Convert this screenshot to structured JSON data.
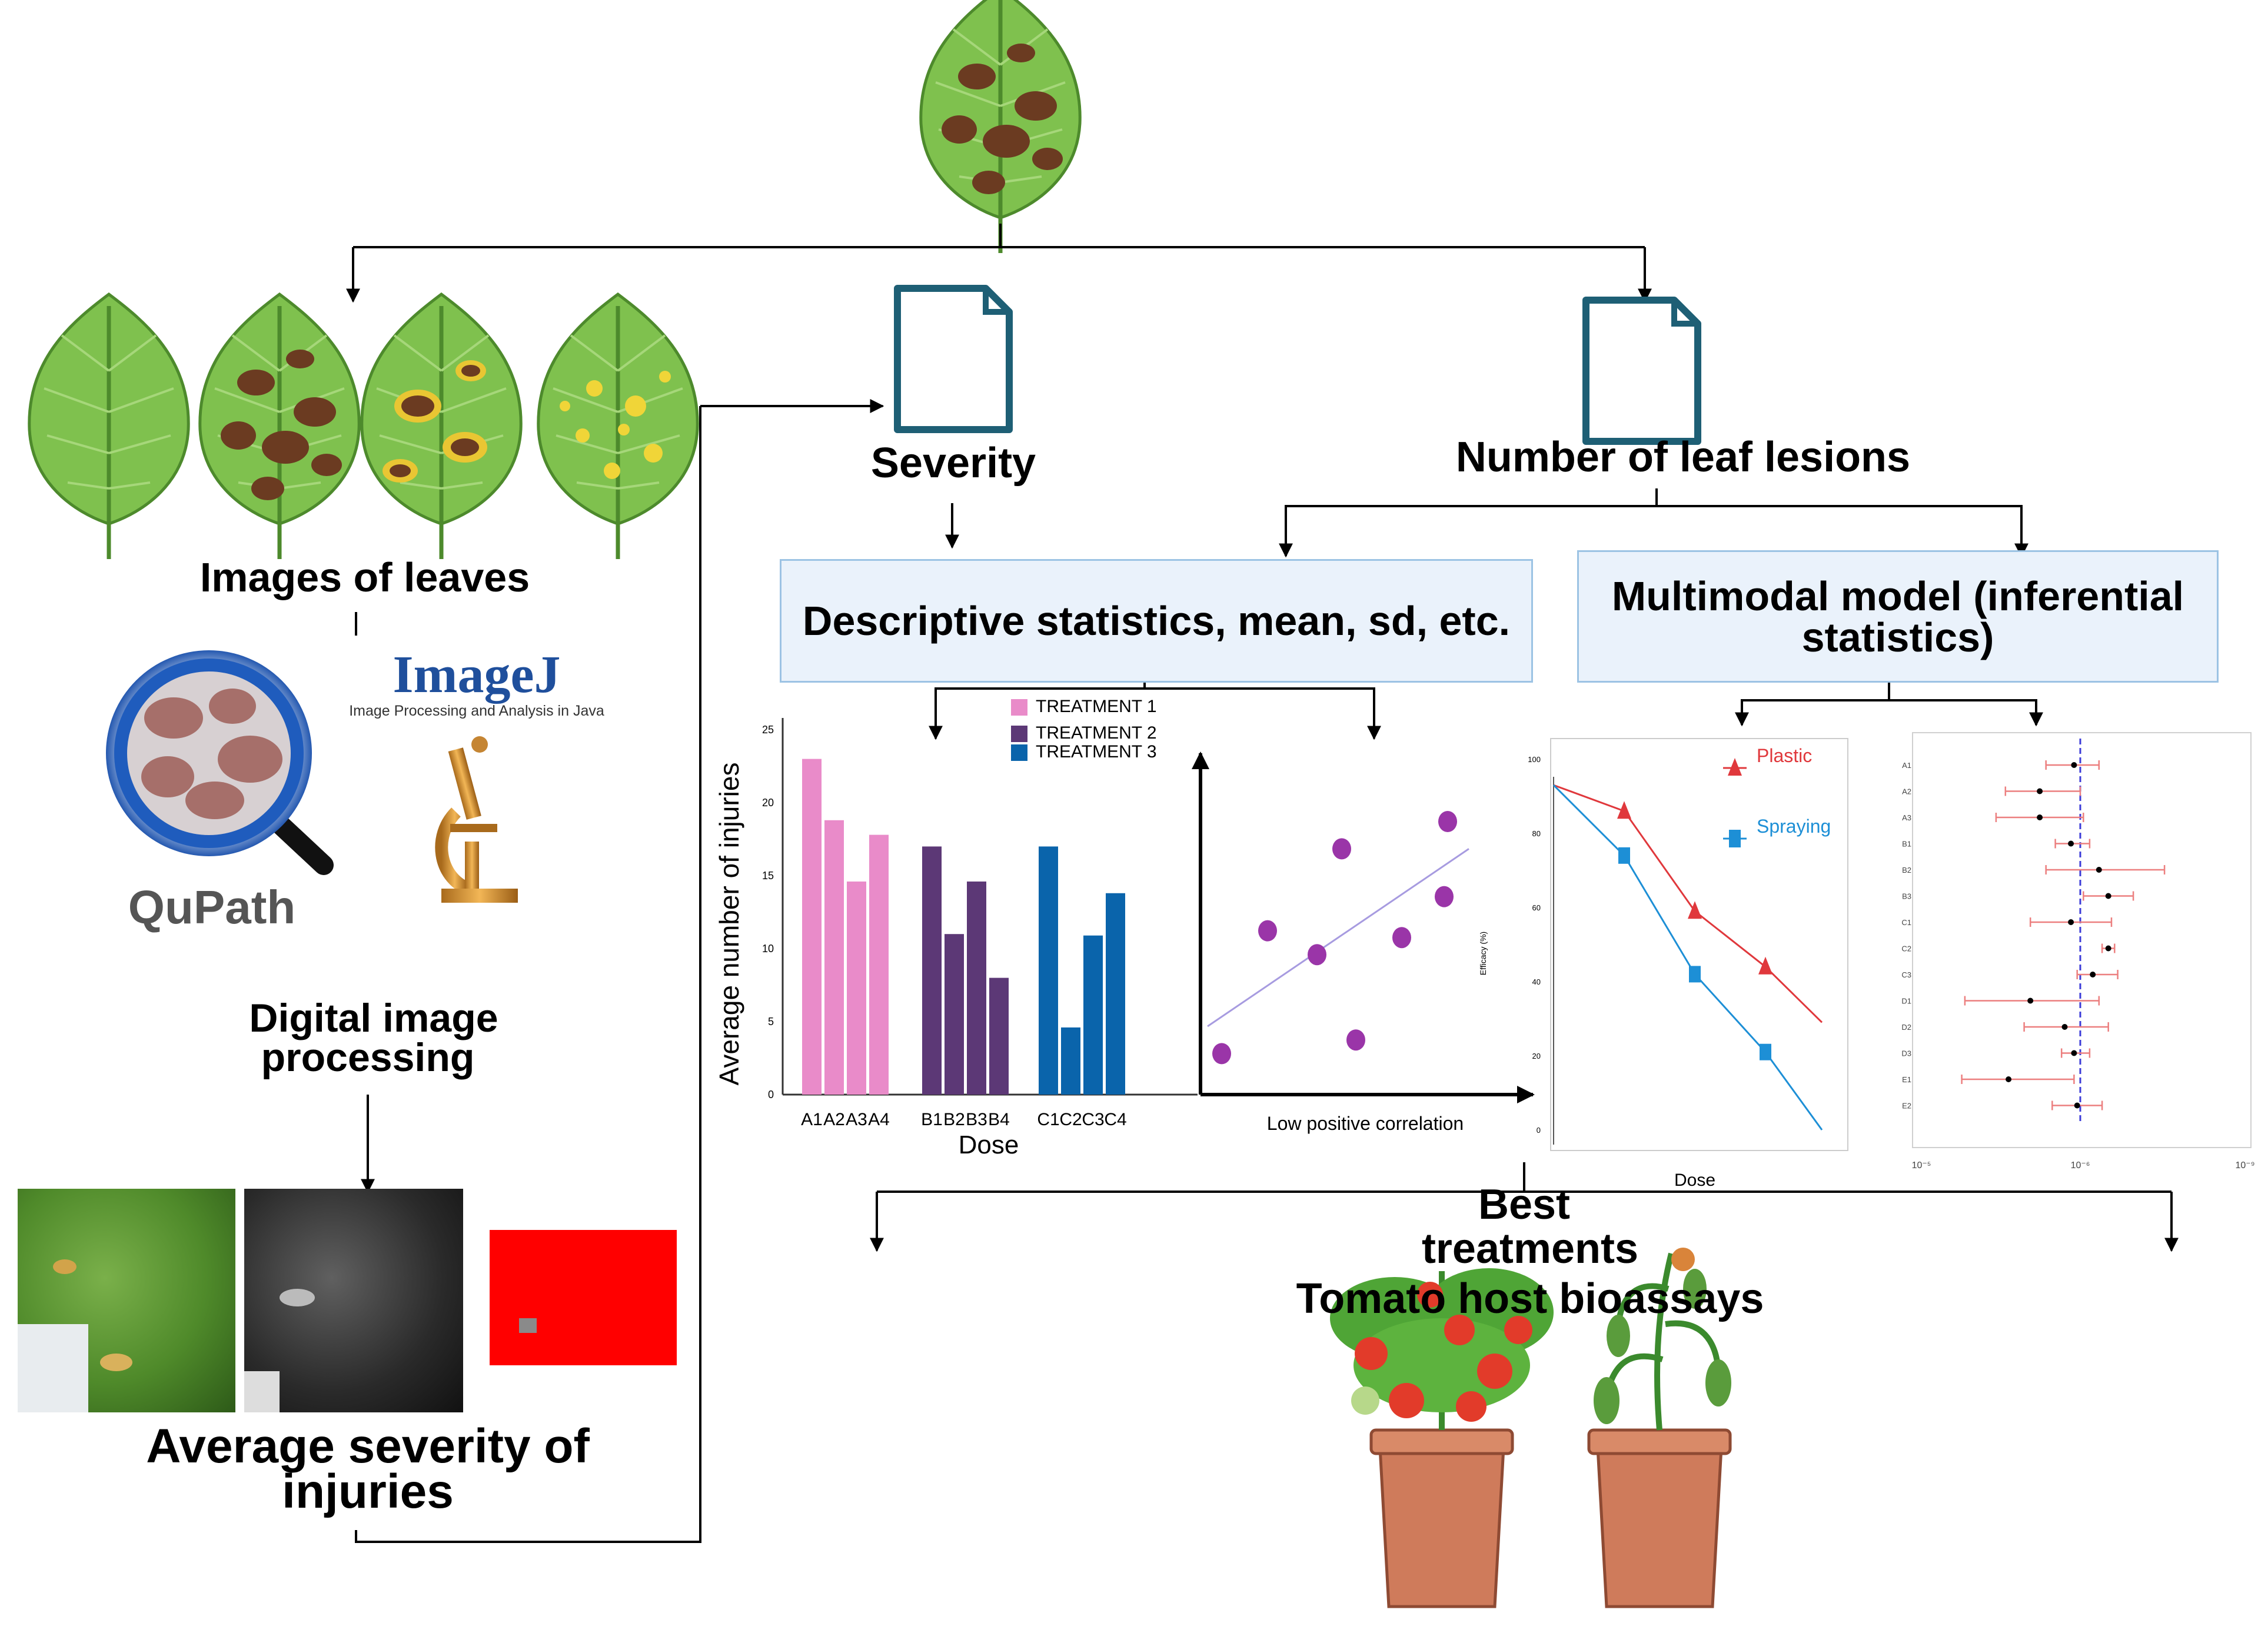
{
  "labels": {
    "images_of_leaves": "Images of leaves",
    "qupath": "QuPath",
    "imagej_title": "ImageJ",
    "imagej_sub": "Image Processing and Analysis in Java",
    "digital_line1": "Digital image",
    "digital_line2": "processing",
    "avg_line1": "Average severity of",
    "avg_line2": "injuries",
    "severity": "Severity",
    "lesions": "Number of leaf lesions",
    "descriptive": "Descriptive statistics, mean, sd, etc.",
    "multimodal": "Multimodal model (inferential statistics)",
    "best_line1": "Best",
    "best_line2": "treatments",
    "tomato": "Tomato host bioassays"
  },
  "colors": {
    "pink": "#e98bc9",
    "purple": "#5c3876",
    "blue": "#0a64ab",
    "dot_purple": "#9a35a8",
    "plastic_red": "#e0383c",
    "spraying_blue": "#1d8fd6",
    "box_fill": "#eaf2fb",
    "box_border": "#9cc3e4",
    "leaf_green": "#7fc14e",
    "file_icon": "#1e5f75",
    "forest_line": "#3c3cd8",
    "forest_ci": "#ec7f7f"
  },
  "icons": [
    "leaf-icon",
    "file-icon",
    "magnifier-icon",
    "microscope-icon",
    "tomato-plant-icon"
  ],
  "chart_data": [
    {
      "type": "bar",
      "ylabel": "Average number of injuries",
      "xlabel": "Dose",
      "ylim": [
        0,
        25
      ],
      "yticks": [
        "0",
        "5",
        "10",
        "15",
        "20",
        "25"
      ],
      "series": [
        {
          "name": "TREATMENT 1",
          "categories": [
            "A1",
            "A2",
            "A3",
            "A4"
          ],
          "values": [
            23,
            18.8,
            14.6,
            17.8
          ]
        },
        {
          "name": "TREATMENT 2",
          "categories": [
            "B1",
            "B2",
            "B3",
            "B4"
          ],
          "values": [
            17,
            11,
            14.6,
            8
          ]
        },
        {
          "name": "TREATMENT 3",
          "categories": [
            "C1",
            "C2",
            "C3",
            "C4"
          ],
          "values": [
            17,
            4.6,
            10.9,
            13.8
          ]
        }
      ],
      "legend": "top-right"
    },
    {
      "type": "scatter",
      "caption": "Low positive correlation",
      "points": [
        [
          0.06,
          0.12
        ],
        [
          0.19,
          0.48
        ],
        [
          0.33,
          0.41
        ],
        [
          0.4,
          0.72
        ],
        [
          0.44,
          0.16
        ],
        [
          0.57,
          0.46
        ],
        [
          0.69,
          0.58
        ],
        [
          0.7,
          0.8
        ]
      ],
      "trend": [
        [
          0.02,
          0.2
        ],
        [
          0.76,
          0.72
        ]
      ]
    },
    {
      "type": "line",
      "ylabel": "Efficacy (%)",
      "xlabel": "Dose",
      "ylim": [
        0,
        100
      ],
      "yticks": [
        "0",
        "20",
        "40",
        "60",
        "80",
        "100"
      ],
      "series": [
        {
          "name": "Plastic",
          "marker": "triangle",
          "points": [
            [
              0.0,
              93
            ],
            [
              0.25,
              86
            ],
            [
              0.5,
              59
            ],
            [
              0.75,
              44
            ],
            [
              0.95,
              29
            ]
          ]
        },
        {
          "name": "Spraying",
          "marker": "square",
          "points": [
            [
              0.0,
              93
            ],
            [
              0.25,
              74
            ],
            [
              0.5,
              42
            ],
            [
              0.75,
              21
            ],
            [
              0.95,
              0
            ]
          ]
        }
      ]
    },
    {
      "type": "forest",
      "ylabel_ticks": [
        "A1",
        "A2",
        "A3",
        "B1",
        "B2",
        "B3",
        "C1",
        "C2",
        "C3",
        "D1",
        "D2",
        "D3",
        "E1",
        "E2"
      ],
      "xticks": [
        "10⁻⁵",
        "10⁻⁶",
        "10⁻⁹"
      ],
      "reference_x": 0.5,
      "estimates": [
        0.48,
        0.37,
        0.37,
        0.47,
        0.56,
        0.59,
        0.47,
        0.59,
        0.54,
        0.34,
        0.45,
        0.48,
        0.27,
        0.49
      ],
      "ci_low": [
        0.39,
        0.26,
        0.23,
        0.42,
        0.39,
        0.51,
        0.34,
        0.57,
        0.49,
        0.13,
        0.32,
        0.44,
        0.12,
        0.41
      ],
      "ci_high": [
        0.56,
        0.5,
        0.51,
        0.53,
        0.77,
        0.67,
        0.6,
        0.61,
        0.62,
        0.56,
        0.59,
        0.53,
        0.48,
        0.57
      ]
    }
  ]
}
